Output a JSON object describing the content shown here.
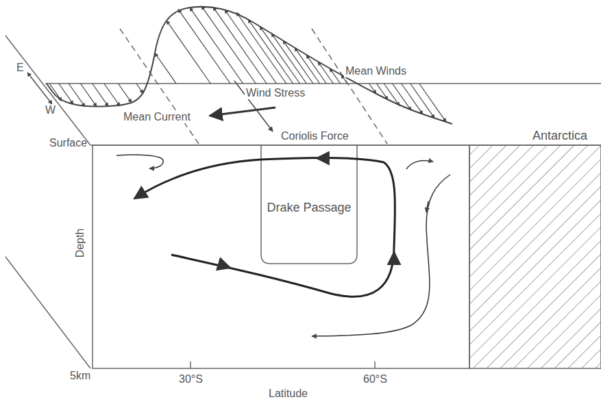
{
  "diagram": {
    "nodes": [
      {
        "text": [
          "Drake Passage"
        ]
      },
      {
        "text": [
          "Antarctica"
        ]
      }
    ],
    "labels": [
      "E",
      "W",
      "Surface",
      "Mean Winds",
      "Wind Stress",
      "Mean Current",
      "Coriolis Force",
      "Depth",
      "5km",
      "30°S",
      "60°S",
      "Latitude"
    ]
  }
}
